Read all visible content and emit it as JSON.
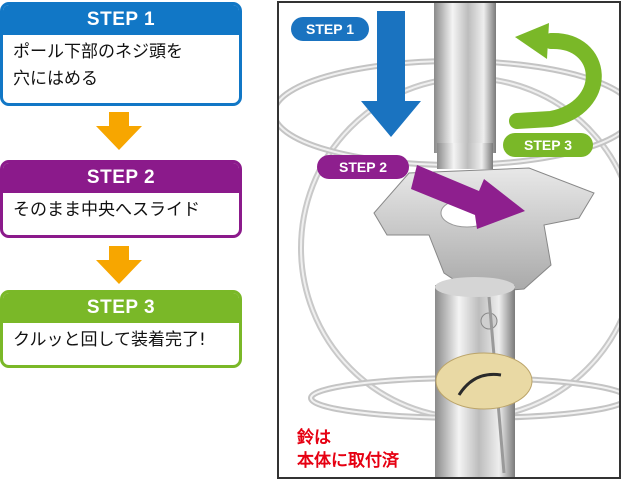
{
  "steps": [
    {
      "title": "STEP 1",
      "text_line1": "ポール下部のネジ頭を",
      "text_line2": "穴にはめる",
      "color": "#1177c6"
    },
    {
      "title": "STEP 2",
      "text_line1": "そのまま中央へスライド",
      "color": "#8b1a8b"
    },
    {
      "title": "STEP 3",
      "text_line1": "クルッと回して装着完了!",
      "color": "#7ab828"
    }
  ],
  "arrow_color": "#f7a600",
  "photo": {
    "badge1": "STEP 1",
    "badge2": "STEP 2",
    "badge3": "STEP 3",
    "note_line1": "鈴は",
    "note_line2": "本体に取付済"
  }
}
